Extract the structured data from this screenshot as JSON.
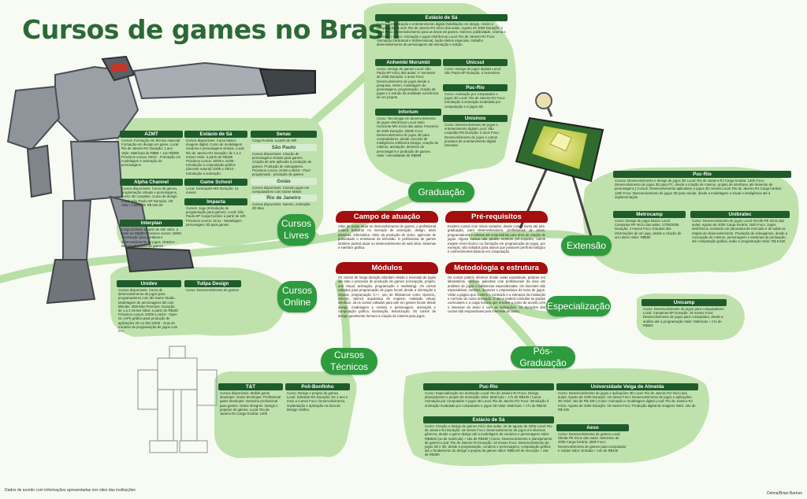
{
  "title": "Cursos de games no Brasil",
  "colors": {
    "accent": "#2e9b3e",
    "dark_green": "#1f5c2b",
    "blob": "#b9e0a6",
    "red": "#a30e0e"
  },
  "categories": {
    "graduacao": "Graduação",
    "cursos_livres": "Cursos Livres",
    "cursos_online": "Cursos Online",
    "cursos_tecnicos": "Cursos Técnicos",
    "pos_graduacao": "Pós-Graduação",
    "extensao": "Extensão",
    "especializacao": "Especialização"
  },
  "center": {
    "campo": {
      "title": "Campo de atuação",
      "text": "Além de poder atuar no desenvolvimento de games, o profissional poderá trabalhar no mercado de animação, design, artes plásticas, informática. Além da produção de vídeo, agências de publicidade e emissoras de televisão. O profissional de games também poderá atuar no desenvolvimento de web sites, sistemas e interface gráfica."
    },
    "prereq": {
      "title": "Pré-requisitos",
      "text": "Existem cursos com níveis variados, desde cursos livres até pós-graduação, para desenvolvedores, profissionais de áreas, programadores e artistas até empresários para área de criação de jogos. Alguns cursos não pedem nenhum pré-requisito, outros exigem nível técnico ou formação em programação de jogos, por exemplo, são voltados para alunos que possuem perfil tecnológico e conhecimentos básicos em computação."
    },
    "modulos": {
      "title": "Módulos",
      "text": "Os cursos de longa duração abordam desde o mercado de jogos até todo o processo de produção de games (concepção, projeto, arte visual, animação, programação e marketing). Os cursos voltados para programação de jogos focam desde a orientação a objetos, programação C++, uso de bibliotecas como OpenGL, DirectX, Stencil, arquitetura de engines, realidade virtual, interface. Já os cursos voltados para arte em games focam desde design, modelagem e cenário e personagem, animação e computação gráfica, iluminação, texturização. Os cursos de design geralmente formam a criação de roteiros para jogos."
    },
    "metodologia": {
      "title": "Metodologia e estrutura",
      "text": "Os cursos podem oferecer desde aulas expositivas, práticas em laboratórios, oficinas, palestras com profissionais da área até análises de jogos e bibliotecas especializadas. Os docentes são especialistas, mestres, doutores e empresários do ramo de jogos. Visite a página que contém o conteúdo e a estrutura da instituição e currículo do curso desejado. O aluno poderá consultar as grades curriculares e a carga horária que envolve o curso de acordo com o interesse do aluno e com as instituições. As durações dos cursos são responsáveis pelo interesse do aluno."
    }
  },
  "boxes": {
    "azmt": {
      "title": "AZMT",
      "text": "Cursos: Formação em técnico especial. Formação em design em game. Local: Rio de Janeiro-RJ Duração: 1 ano Valor: Matrícula de R$88 + 12x R$288 Próximos cursos: 09/12 - Formação em modelagem e animação de personagens"
    },
    "estacio_livres": {
      "title": "Estácio de Sá",
      "text": "Cursos disponíveis: Curso básico imagem digital. Curso de modelagem cenários e personagens virtuais. Local: Rio de Janeiro-RJ Duração: de 1 a 2 meses Valor: a partir de R$180 Próximos cursos: 28/09 e 24/09 - Introdução a computação gráfica (docente natural) 10/09 e 08/10 - Introdução a animação"
    },
    "senac": {
      "title": "Senac",
      "text": "Carga horária: a partir de 40h"
    },
    "sao_paulo": {
      "title": "São Paulo",
      "text": "Cursos disponíveis: Criação de personagens virtuais para games. Criação de arte aplicada à produção de games. Produção de videogames. Próximos cursos: 21/09 a 05/10 - Pixel programado - produção de games"
    },
    "alpha": {
      "title": "Alpha Channel",
      "text": "Cursos disponíveis: Curso de games, programação virtuais e personagens. Curso 3D completo. Curso de design. Local: São Paulo-SP Duração: 4/8 Valor: A partir de R$ 540,00"
    },
    "game_school": {
      "title": "Game School",
      "text": "Local: Divinópolis-MG Duração: 12 meses"
    },
    "goias": {
      "title": "Goiás",
      "text": "Cursos disponíveis: Criando jogos em computadores com Game Maker. Desenvolvimento de jogos com Flash"
    },
    "impacta": {
      "title": "Impacta",
      "text": "Cursos: Jogo (Introdução de programação para games). Local: São Paulo-SP Carga horária: a partir de 24h Próximos cursos: 21/11 - Modelagem personagem 3D para games"
    },
    "rio": {
      "title": "Rio de Janeiro",
      "text": "Cursos disponíveis: Games, Animação 3D Max"
    },
    "interplan": {
      "title": "Interplan",
      "text": "Carga horária: a partir de 40h Valor: a partir de R$380 Próximos cursos: 28/09 - Animação para portáteis e desenvolvimento de jogos. Outubro - Desenvolvimento de games"
    },
    "unidev": {
      "title": "Unidev",
      "text": "Cursos disponíveis: Curso de desenvolvimento de jogos para programadores com 3D Game Studio. Modelagem de personagens 3D com Blender. 3D8 Max Premiere. Duração: de 1 a 3 meses Valor: a partir de R$180 Próximos cursos: 23/09 a 16/10 - Open GL (API) gráfica para produção de aplicações 2D ou 3D) 23/09 - Guia do Iniciante de programação de jogos com C++"
    },
    "tulipa": {
      "title": "Tulipa Design",
      "text": "Curso: Desenvolvimento de games"
    },
    "tt": {
      "title": "T&T",
      "text": "Cursos disponíveis: Mobile game developer. Game developer, Profissional game developer. Desenho profissional para games. Game designer. Design e projetos de games. Local: Rio de Janeiro-RJ Carga horária: 120h"
    },
    "poli": {
      "title": "Poli-Bonfinho",
      "text": "Curso: Design e projeto de games. Local: Salvador-BA Duração: De 1 ano e meio a 3 anos Foco: Desenvolvimento, implantação e aplicação na área de Design Gráfico"
    },
    "estacio_grad": {
      "title": "Estácio de Sá",
      "text": "Curso: Comunicação e entretenimento digital (habilitação em design, roteiro e computação). Local: Rio de Janeiro-RJ Início das aulas: Agosto de 2006 Duração: 3 anos Foco: Desenvolvimento para as áreas de games, Internet, publicidade, cinema e televisão | Curso: Animação e jogos eletrônicos Local: Rio de Janeiro-RJ Foco: Animação tradicional e tridimensional, áudio efeitos especiais, trabalho desenvolvimento de personagens até animação e edição"
    },
    "anhembi": {
      "title": "Anhembi Morumbi",
      "text": "Curso: Design de games Local: São Paulo-SP Início das aulas: 1º semestre de 2006 Duração: 4 anos Foco: Desenvolvimento de jogos desde a pesquisa, roteiro, modelagem de personagens, programação, criação de jogos e o estudo da realidade econômica de um projeto"
    },
    "unicsul": {
      "title": "Unicsul",
      "text": "Curso: Design de jogos digitais Local: São Paulo-SP Duração: 4 semestres"
    },
    "pucrio_grad": {
      "title": "Puc-Rio",
      "text": "Curso: Animação por computador e jogos 3D Local: Rio de Janeiro-RJ Foco: Introdução à animação modelada por computação e a jogos 3D"
    },
    "inforium": {
      "title": "Inforium",
      "text": "Curso: Tecnologia em desenvolvimento de jogos eletrônicos Local: Belo Horizonte-MG Início das aulas: Fevereiro de 2006 Duração: 2006h Foco: Desenvolvimento de jogos 3D para computadores, desde conceito de Inteligência Artificial à Design, criação de roteiros, animação, desenho de personagens e produção de games. Valor: mensalidade de R$698"
    },
    "unisinos": {
      "title": "Unisinos",
      "text": "Curso: Desenvolvimento de jogos e entretenimento digital Local: São Leopoldo-RS Duração: 3 anos Foco: Desenvolvimento de jogos e outros produtos de entretenimento digital interativo"
    },
    "pucrio_ext": {
      "title": "Puc-Rio",
      "text": "Cursos: Desenvolvimento e design de jogos 3D Local: Rio de Janeiro-RJ Carga horária: 120h Foco: Desenvolvimento de jogos 3D para PC, desde a criação de roteiros, projeto de interfaces até desenho de personagens | Cursos: Desenvolvimento aplicativos e jogos 3D móveis Local: Rio de Janeiro-RJ Carga horária: 120h Foco: Desenvolvimento de jogos 3D para celular, desde a modelagem e visual e inteligência até a implementação"
    },
    "metrocamp": {
      "title": "Metrocamp",
      "text": "Curso: Design de jogos básico Local: Campinas-SP Início das aulas: 17/08/2005 Duração: 4 meses Foco: Estudos das informações de um jogo, desde a criação de um roteiro Valor: R$690"
    },
    "unibratec": {
      "title": "Unibratec",
      "text": "Curso: Desenvolvimento de jogos Local: Recife-PE Início das aulas: Agosto de 2005 Carga horária: 184h Foco: Jogos eletrônicos, incluindo um panorama de mercado e de todas as etapas do desenvolvimento. Produção de videogames, desde a concepção de roteiros, personagens e sistemas de pontuação, até computação gráfica, áudio e programação Valor: R$ 6.540"
    },
    "unicamp": {
      "title": "Unicamp",
      "text": "Curso: Desenvolvimento de jogos para computadores Local: Campinas-SP Duração: 18 meses Foco: Desenvolvimento de jogos para computador, desde a análise até a programação Valor: Matrícula + 17x de R$820"
    },
    "pucrio_pos": {
      "title": "Puc-Rio",
      "text": "Curso: Especialização em animação Local: Rio de Janeiro-RJ Foco: Design, planejamento e projeto de animação Valor: Matrícula + 17x de R$440 | Curso: Animação por computador e jogos 3D Local: Rio de Janeiro-RJ Foco: Introdução à animação modelada por computador e jogos 3D Valor: Matrícula + 17x de R$440"
    },
    "veiga": {
      "title": "Universidade Veiga de Almeida",
      "text": "Curso: Desenvolvimento de jogos e aplicações 3D Local: Rio de Janeiro-RJ Início das aulas: Agosto de 2005 Duração: 18 meses Foco: Desenvolvimento de jogos e aplicações 3D Valor: 18x de R$ 439 | Curso: Animação e modelagem digital Local: Rio de Janeiro-RJ Início: Agosto de 2005 Duração: 18 meses Foco: Produção digital de imagens Valor: 18x de R$ 439"
    },
    "estacio_pos": {
      "title": "Estácio de Sá",
      "text": "Curso: Criação e design de games Início das aulas: 20 de agosto de 2005 Local: Rio de Janeiro-RJ Duração: 18 meses Foco: Desenvolvimento de jogos em diversos gêneros, desde o game design até a modelagem de cenários e personagens Valor: R$6640 (ou de matrícula) + 18x de R$490 | Curso: Desenvolvimento e planejamento de games Local: Rio de Janeiro-RJ Duração: 18 meses Foco: Desenvolvimento de jogos 2D e 3D, desde a programação, cenários e personagens, computação gráfica até o fundamento do design e projeto de games Valor: R$60,00 de inscrição + 18x de R$490"
    },
    "aeso": {
      "title": "Aeso",
      "text": "Curso: Desenvolvimento de games Local: Olinda-PE Início das aulas: Setembro de 2005 Carga horária: 360h Foco: Desenvolvimento de games para computador e celular Valor: Entrada + 14x de R$440"
    }
  },
  "footer": {
    "left": "Dados de acordo com informações apresentadas nos sites das instituições",
    "right": "Delma/Brian Bartum"
  }
}
